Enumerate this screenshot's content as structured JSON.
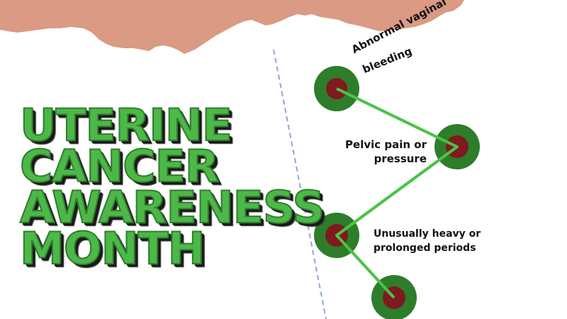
{
  "title": {
    "lines": [
      "UTERINE",
      "CANCER",
      "AWARENESS",
      "MONTH"
    ]
  },
  "symptoms": [
    {
      "label_line1": "Abnormal vaginal",
      "label_line2": "bleeding"
    },
    {
      "label_line1": "Pelvic pain or",
      "label_line2": "pressure"
    },
    {
      "label_line1": "Unusually heavy or",
      "label_line2": "prolonged periods"
    },
    {
      "label_line1": "",
      "label_line2": ""
    }
  ],
  "colors": {
    "banner": "#da9a84",
    "title_green": "#4cb848",
    "node_outer": "#2e7d2a",
    "node_inner": "#7f1a1e",
    "connector": "#4cc24a",
    "divider": "#8fa6d6"
  }
}
